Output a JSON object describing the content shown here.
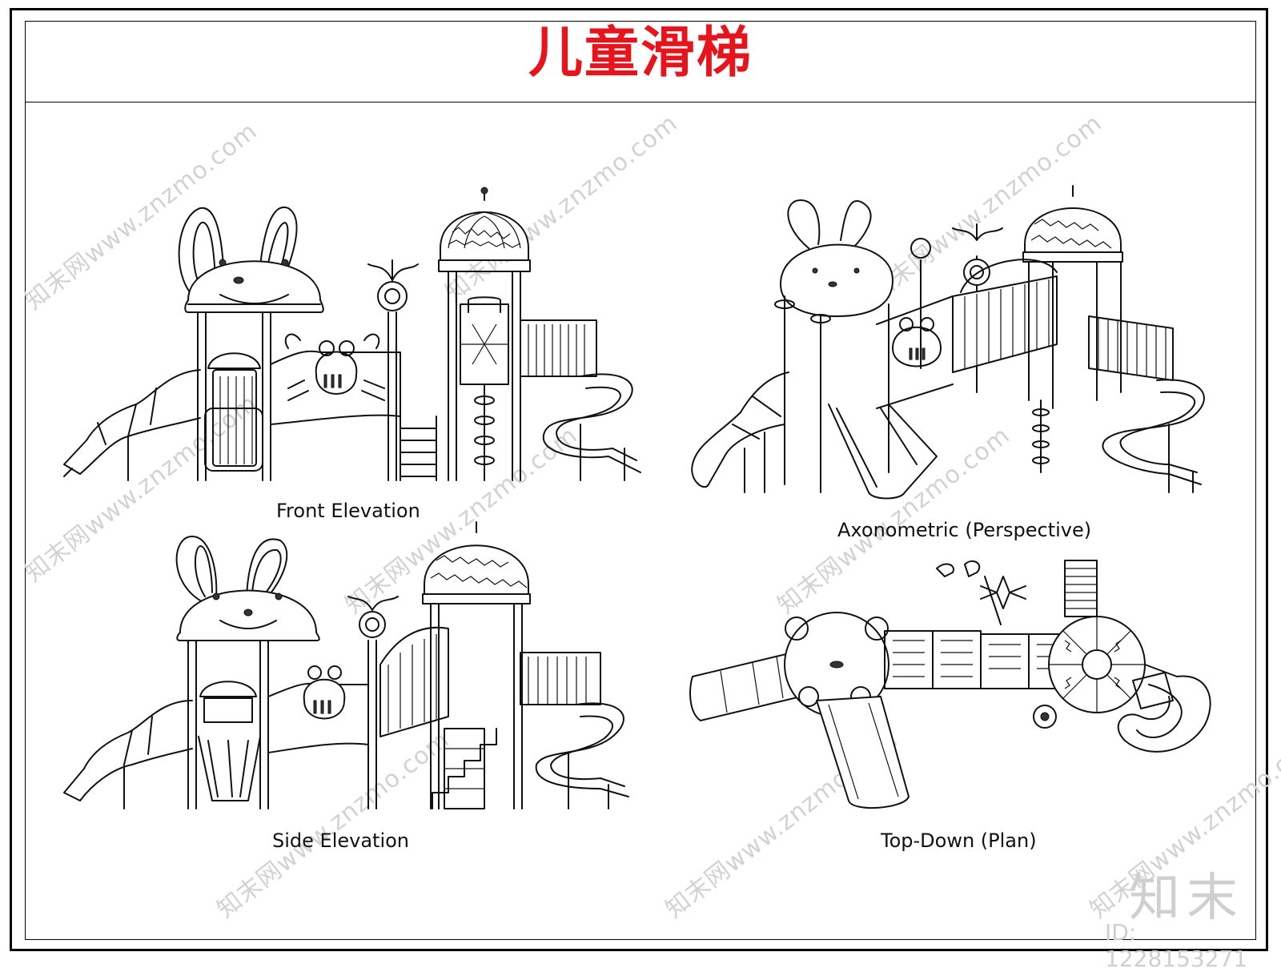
{
  "title": "儿童滑梯",
  "views": {
    "front": "Front Elevation",
    "axonometric": "Axonometric (Perspective)",
    "side": "Side Elevation",
    "plan": "Top-Down (Plan)"
  },
  "watermark": {
    "text": "知末网www.znzmo.com",
    "brand": "知末",
    "id_text": "ID: 1228153271"
  },
  "colors": {
    "title": "#e8141c",
    "linework": "#111111",
    "watermark": "#d2d2d2"
  }
}
